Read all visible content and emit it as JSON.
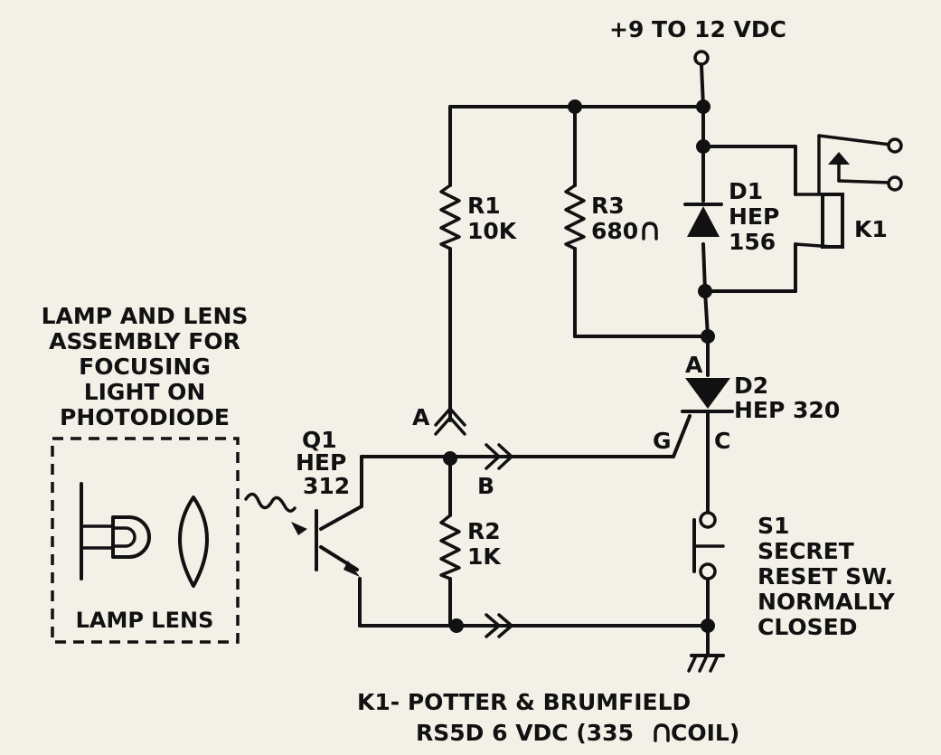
{
  "supply_label": "+9 TO 12 VDC",
  "lamp_assembly": {
    "caption": [
      "LAMP AND LENS",
      "ASSEMBLY FOR",
      "FOCUSING",
      "LIGHT ON",
      "PHOTODIODE"
    ],
    "inner_label": "LAMP LENS"
  },
  "components": {
    "r1": {
      "ref": "R1",
      "value": "10K"
    },
    "r2": {
      "ref": "R2",
      "value": "1K"
    },
    "r3": {
      "ref": "R3",
      "value": "680"
    },
    "d1": {
      "ref": "D1",
      "type": "HEP",
      "number": "156"
    },
    "d2": {
      "ref": "D2",
      "type": "HEP 320"
    },
    "q1": {
      "ref": "Q1",
      "type": "HEP",
      "number": "312"
    },
    "k1": {
      "ref": "K1"
    },
    "s1": {
      "ref": "S1",
      "desc": [
        "SECRET",
        "RESET SW.",
        "NORMALLY",
        "CLOSED"
      ]
    }
  },
  "terminals": {
    "a_left": "A",
    "b": "B",
    "a_scr": "A",
    "g": "G",
    "c": "C"
  },
  "footer": {
    "line1": "K1- POTTER & BRUMFIELD",
    "line2a": "RS5D  6 VDC (335",
    "line2b": " COIL)"
  }
}
